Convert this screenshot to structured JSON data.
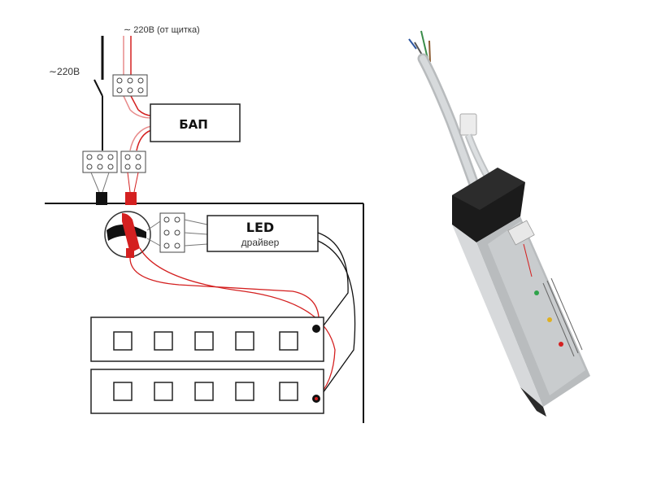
{
  "labels": {
    "top_supply": "∼ 220В (от щитка)",
    "left_supply": "∼220В",
    "bap_box": "БАП",
    "led_title": "LED",
    "led_subtitle": "драйвер"
  },
  "colors": {
    "black_wire": "#111111",
    "red_wire": "#d42020",
    "pink_wire": "#e88a8a",
    "gray_wire": "#9a9a9a",
    "housing_silver": "#c9ccce",
    "cap_black": "#1b1b1b",
    "cable_gray": "#c8cbcd"
  },
  "icons": {
    "terminal_block": "terminal-block-icon",
    "led_module": "led-module-icon",
    "device_photo": "emergency-power-unit-photo"
  },
  "strips": {
    "count": 2,
    "leds_per_strip": 5
  }
}
